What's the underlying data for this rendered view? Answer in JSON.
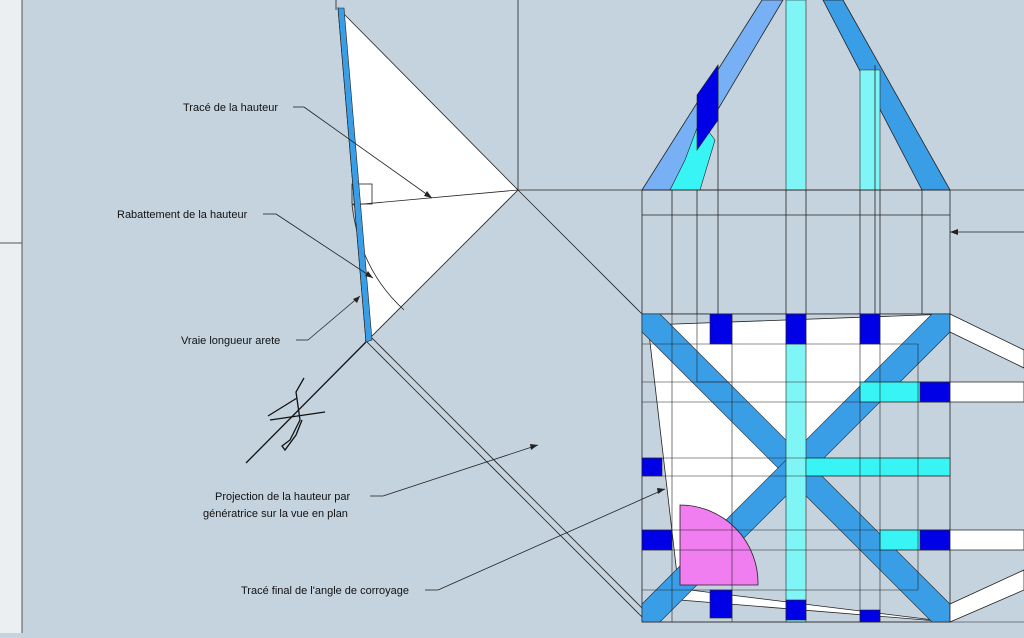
{
  "annotations": {
    "hauteur_trace": "Tracé de la hauteur",
    "rabattement": "Rabattement de la hauteur",
    "vraie_longueur": "Vraie longueur arete",
    "projection_line1": "Projection de la hauteur par",
    "projection_line2": "génératrice sur la vue en plan",
    "angle_final": "Tracé final de l'angle de corroyage"
  },
  "colors": {
    "background": "#c5d3df",
    "blue_strip": "#3a9ee6",
    "light_blue_strip": "#78b0f5",
    "dark_blue_block": "#0000e6",
    "cyan_block": "#38f4f4",
    "pale_cyan_block": "#7ff5f5",
    "angle_fill": "#f07ef0",
    "line": "#222222",
    "panel_fill": "#ffffff"
  }
}
